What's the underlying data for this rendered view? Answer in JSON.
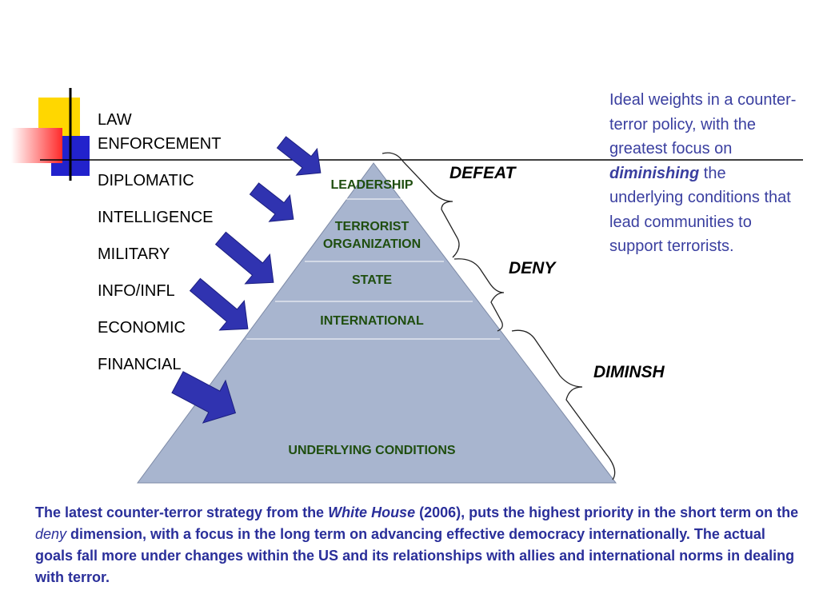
{
  "colors": {
    "pyramid_fill": "#a8b5cf",
    "arrow_fill": "#3033b0",
    "tier_text": "#1f4e0f",
    "note_text": "#3a3fa0",
    "caption_text": "#2a2f9a",
    "deco_yellow": "#ffd700",
    "deco_red": "#ff3b30",
    "deco_blue": "#2222cc"
  },
  "instruments": [
    {
      "label": "LAW"
    },
    {
      "label": "ENFORCEMENT"
    },
    {
      "label": "DIPLOMATIC"
    },
    {
      "label": "INTELLIGENCE"
    },
    {
      "label": "MILITARY"
    },
    {
      "label": "INFO/INFL"
    },
    {
      "label": "ECONOMIC"
    },
    {
      "label": "FINANCIAL"
    }
  ],
  "pyramid": {
    "tiers": [
      {
        "label": "LEADERSHIP"
      },
      {
        "label": "TERRORIST ORGANIZATION"
      },
      {
        "label": "STATE"
      },
      {
        "label": "INTERNATIONAL"
      },
      {
        "label": "UNDERLYING CONDITIONS"
      }
    ]
  },
  "dimensions": [
    {
      "label": "DEFEAT"
    },
    {
      "label": "DENY"
    },
    {
      "label": "DIMINSH"
    }
  ],
  "note": {
    "part1": "Ideal weights in a counter-terror policy, with the greatest focus on ",
    "emphasis": "diminishing",
    "part2": " the underlying conditions that lead communities to support terrorists."
  },
  "caption": {
    "part1": "The latest counter-terror strategy from the ",
    "em1": "White House",
    "part2": " (2006), puts the highest priority in the short term on the ",
    "em2": "deny",
    "part3": " dimension, with a focus in the long term on advancing effective democracy internationally. The actual goals fall more under changes within the US and its relationships with allies and international norms in dealing with terror."
  }
}
